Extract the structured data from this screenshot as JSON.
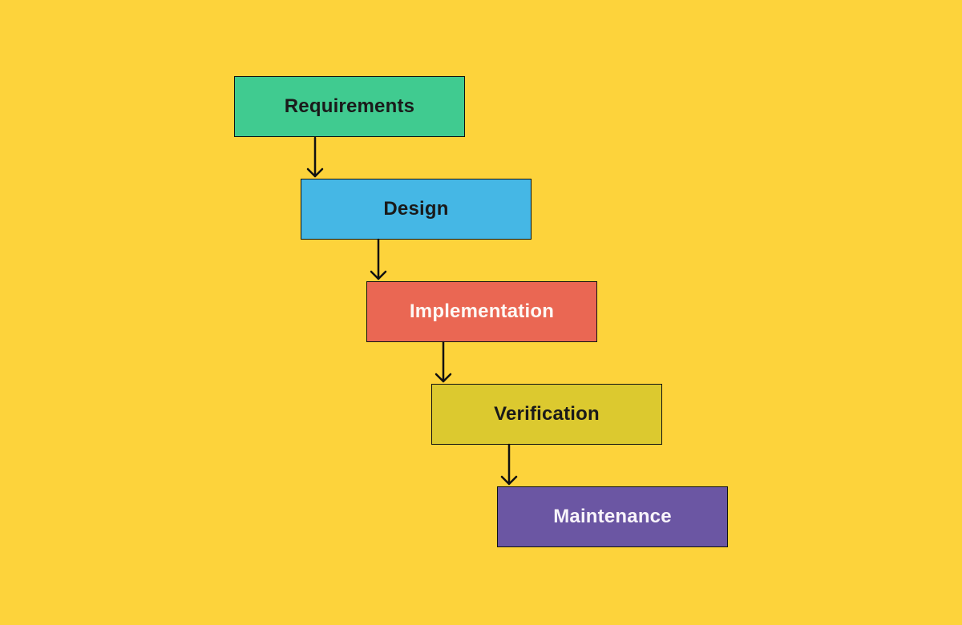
{
  "diagram": {
    "name": "waterfall-model-flow",
    "background_color": "#FDD33B",
    "line_color": "#111111",
    "steps": [
      {
        "label": "Requirements",
        "fill": "#40CB90",
        "text_color": "#1A1A1A"
      },
      {
        "label": "Design",
        "fill": "#45B7E5",
        "text_color": "#1A1A1A"
      },
      {
        "label": "Implementation",
        "fill": "#EA6753",
        "text_color": "#FDF9F5"
      },
      {
        "label": "Verification",
        "fill": "#DCC92F",
        "text_color": "#1A1A1A"
      },
      {
        "label": "Maintenance",
        "fill": "#6B56A3",
        "text_color": "#F8F4FA"
      }
    ]
  }
}
